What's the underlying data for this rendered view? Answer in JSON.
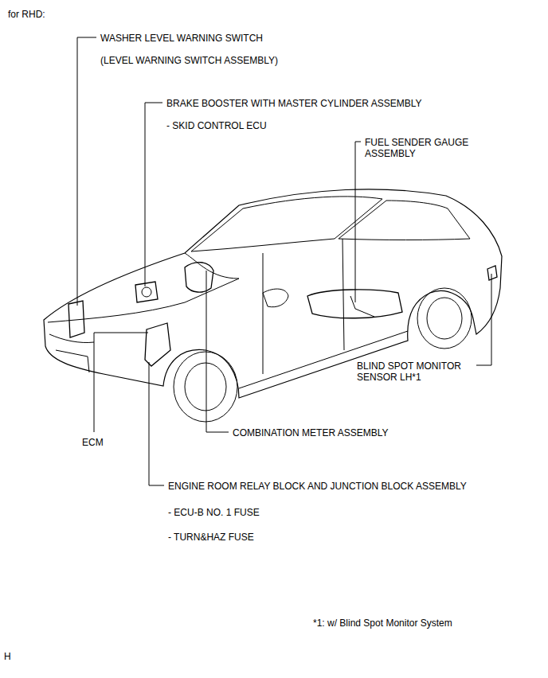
{
  "diagram": {
    "title": "for RHD:",
    "labels": [
      "WASHER LEVEL WARNING SWITCH",
      "(LEVEL WARNING SWITCH ASSEMBLY)",
      "BRAKE BOOSTER WITH MASTER CYLINDER ASSEMBLY",
      "- SKID CONTROL ECU",
      "FUEL SENDER GAUGE ASSEMBLY",
      "BLIND SPOT MONITOR SENSOR LH*1",
      "ECM",
      "COMBINATION METER ASSEMBLY",
      "ENGINE ROOM RELAY BLOCK AND JUNCTION BLOCK ASSEMBLY",
      "- ECU-B NO. 1 FUSE",
      "- TURN&HAZ FUSE",
      "*1: w/ Blind Spot Monitor System",
      "H"
    ]
  }
}
